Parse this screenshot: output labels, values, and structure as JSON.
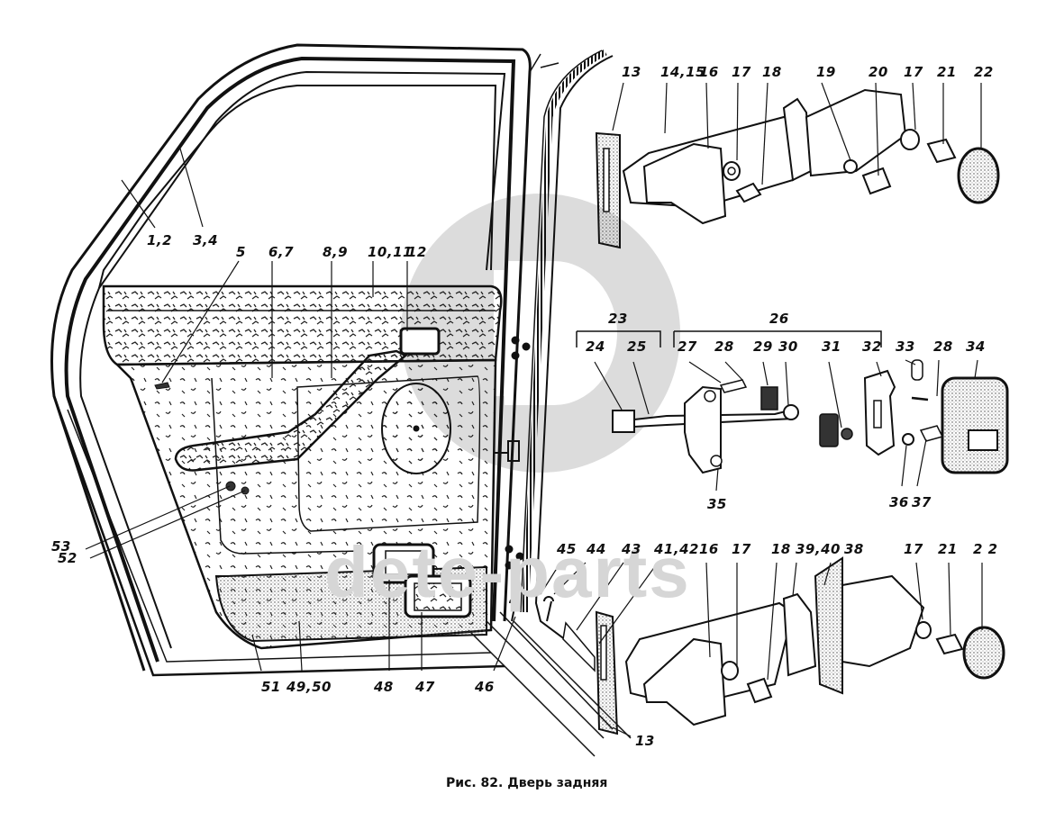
{
  "figure": {
    "caption": "Рис. 82. Дверь задняя",
    "watermark": {
      "text": "dete-parts",
      "logo": "circle-d-logo",
      "color": "#d6d6d6"
    }
  },
  "callouts": {
    "door_panel": [
      {
        "id": "c12a",
        "text": "1,2"
      },
      {
        "id": "c34",
        "text": "3,4"
      },
      {
        "id": "c5",
        "text": "5"
      },
      {
        "id": "c67",
        "text": "6,7"
      },
      {
        "id": "c89",
        "text": "8,9"
      },
      {
        "id": "c1011",
        "text": "10,11"
      },
      {
        "id": "c12",
        "text": "12"
      },
      {
        "id": "c53",
        "text": "53"
      },
      {
        "id": "c52",
        "text": "52"
      },
      {
        "id": "c51",
        "text": "51"
      },
      {
        "id": "c4950",
        "text": "49,50"
      },
      {
        "id": "c48",
        "text": "48"
      },
      {
        "id": "c47",
        "text": "47"
      },
      {
        "id": "c46",
        "text": "46"
      }
    ],
    "upper_hinge": [
      {
        "id": "u13",
        "text": "13"
      },
      {
        "id": "u1415",
        "text": "14,15"
      },
      {
        "id": "u16",
        "text": "16"
      },
      {
        "id": "u17a",
        "text": "17"
      },
      {
        "id": "u18",
        "text": "18"
      },
      {
        "id": "u19",
        "text": "19"
      },
      {
        "id": "u20",
        "text": "20"
      },
      {
        "id": "u17b",
        "text": "17"
      },
      {
        "id": "u21",
        "text": "21"
      },
      {
        "id": "u22",
        "text": "22"
      }
    ],
    "door_check": {
      "group_23": {
        "text": "23",
        "members": [
          "24",
          "25"
        ]
      },
      "group_26": {
        "text": "26",
        "members": [
          "27",
          "28",
          "29",
          "30",
          "31",
          "32"
        ]
      },
      "items": [
        {
          "id": "m24",
          "text": "24"
        },
        {
          "id": "m25",
          "text": "25"
        },
        {
          "id": "m27",
          "text": "27"
        },
        {
          "id": "m28a",
          "text": "28"
        },
        {
          "id": "m29",
          "text": "29"
        },
        {
          "id": "m30",
          "text": "30"
        },
        {
          "id": "m31",
          "text": "31"
        },
        {
          "id": "m32",
          "text": "32"
        },
        {
          "id": "m33",
          "text": "33"
        },
        {
          "id": "m28b",
          "text": "28"
        },
        {
          "id": "m34",
          "text": "34"
        },
        {
          "id": "m35",
          "text": "35"
        },
        {
          "id": "m36",
          "text": "36"
        },
        {
          "id": "m37",
          "text": "37"
        }
      ]
    },
    "lower_hinge": [
      {
        "id": "l45",
        "text": "45"
      },
      {
        "id": "l44",
        "text": "44"
      },
      {
        "id": "l43",
        "text": "43"
      },
      {
        "id": "l4142",
        "text": "41,42"
      },
      {
        "id": "l16",
        "text": "16"
      },
      {
        "id": "l17a",
        "text": "17"
      },
      {
        "id": "l18",
        "text": "18"
      },
      {
        "id": "l3940",
        "text": "39,40"
      },
      {
        "id": "l38",
        "text": "38"
      },
      {
        "id": "l17b",
        "text": "17"
      },
      {
        "id": "l21",
        "text": "21"
      },
      {
        "id": "l22",
        "text": "2 2"
      },
      {
        "id": "l13",
        "text": "13"
      }
    ]
  }
}
